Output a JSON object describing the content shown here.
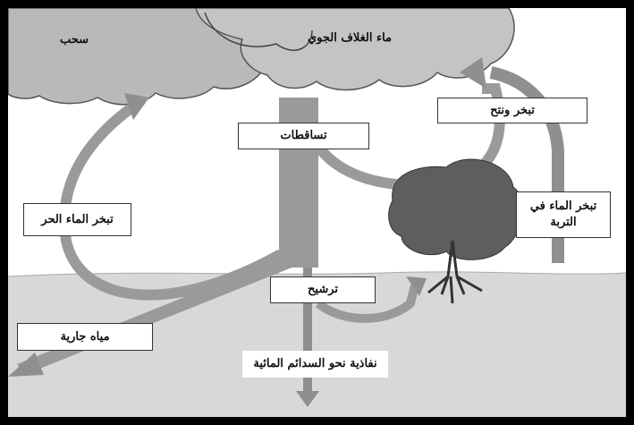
{
  "diagram": {
    "labels": {
      "clouds": "سحب",
      "atmospheric_water": "ماء الغلاف الجوي",
      "precipitation": "تساقطات",
      "evapotranspiration": "تبخر ونتح",
      "free_water_evaporation": "تبخر الماء الحر",
      "soil_evaporation": "تبخر الماء في التربة",
      "infiltration": "ترشيح",
      "runoff": "مياه جارية",
      "percolation": "نفاذية نحو السدائم المائية"
    },
    "colors": {
      "arrow": "#8f8f8f",
      "cloud": "#b8b8b8",
      "ground": "#d6d6d6",
      "tree": "#5a5a5a"
    }
  }
}
